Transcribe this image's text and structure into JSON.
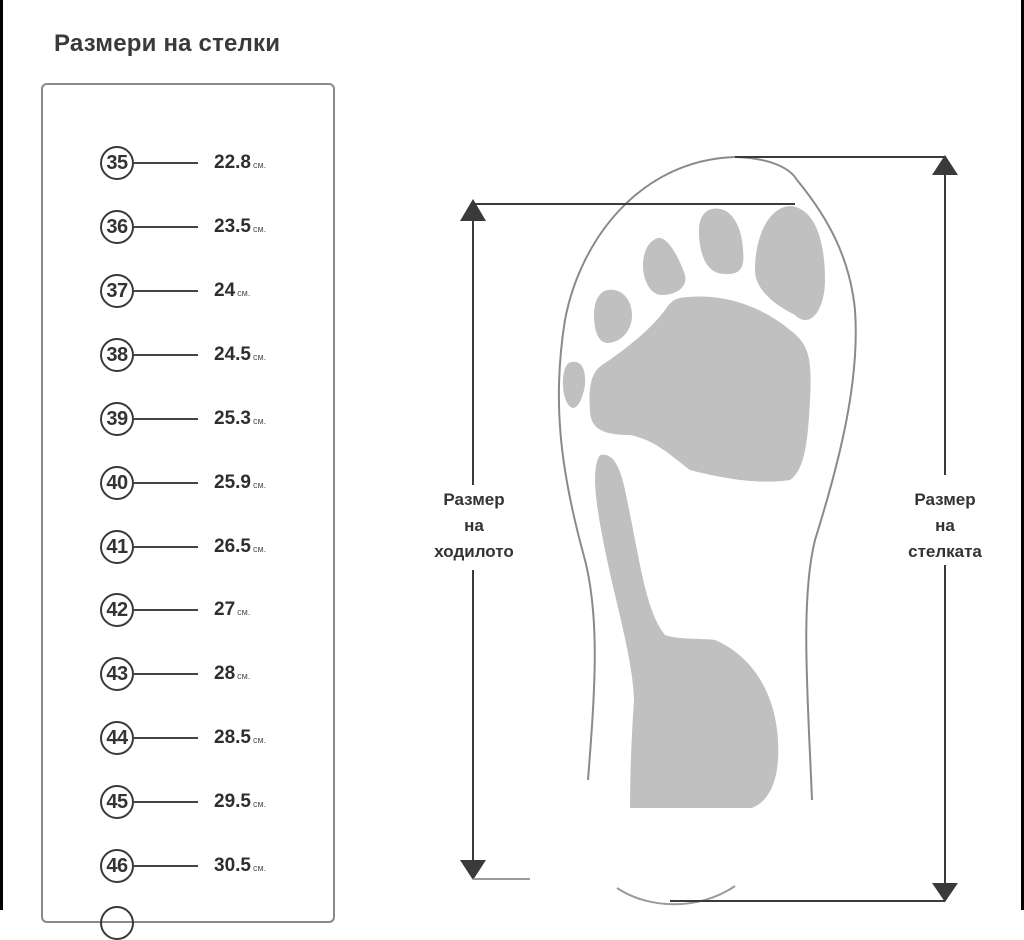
{
  "title": "Размери на стелки",
  "sizes": [
    {
      "size": "35",
      "length": "22.8",
      "unit": "см."
    },
    {
      "size": "36",
      "length": "23.5",
      "unit": "см."
    },
    {
      "size": "37",
      "length": "24",
      "unit": "см."
    },
    {
      "size": "38",
      "length": "24.5",
      "unit": "см."
    },
    {
      "size": "39",
      "length": "25.3",
      "unit": "см."
    },
    {
      "size": "40",
      "length": "25.9",
      "unit": "см."
    },
    {
      "size": "41",
      "length": "26.5",
      "unit": "см."
    },
    {
      "size": "42",
      "length": "27",
      "unit": "см."
    },
    {
      "size": "43",
      "length": "28",
      "unit": "см."
    },
    {
      "size": "44",
      "length": "28.5",
      "unit": "см."
    },
    {
      "size": "45",
      "length": "29.5",
      "unit": "см."
    },
    {
      "size": "46",
      "length": "30.5",
      "unit": "см."
    }
  ],
  "diagram": {
    "foot_label": {
      "line1": "Размер",
      "line2": "на",
      "line3": "ходилото"
    },
    "insole_label": {
      "line1": "Размер",
      "line2": "на",
      "line3": "стелката"
    }
  },
  "colors": {
    "footprint": "#c0c0c0",
    "outline": "#8a8a8a",
    "arrows": "#3a3a3a",
    "text": "#333333"
  }
}
